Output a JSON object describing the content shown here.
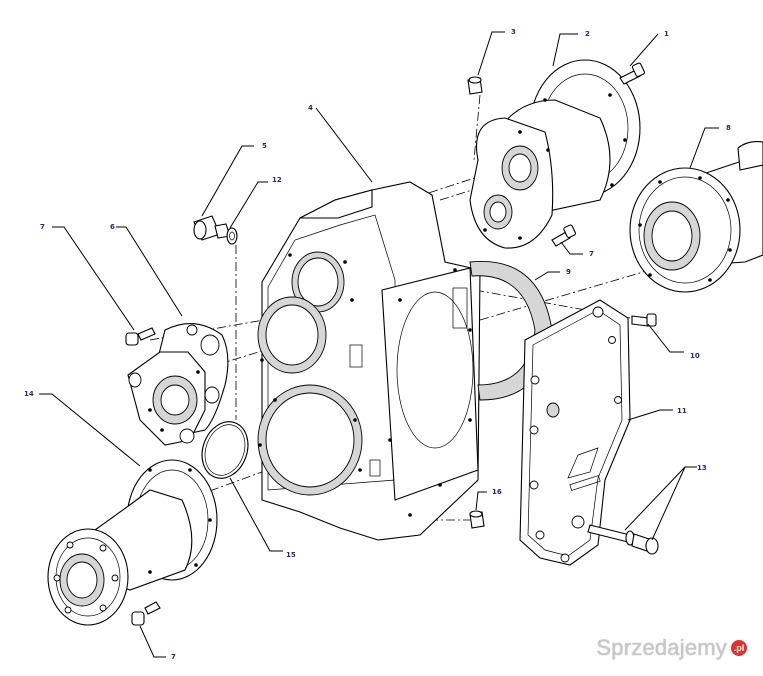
{
  "diagram": {
    "callouts": {
      "c1": "1",
      "c2": "2",
      "c3": "3",
      "c4": "4",
      "c5": "5",
      "c6": "6",
      "c7a": "7",
      "c7b": "7",
      "c7c": "7",
      "c8": "8",
      "c9": "9",
      "c10": "10",
      "c11": "11",
      "c12": "12",
      "c13": "13",
      "c14": "14",
      "c15": "15",
      "c16": "16"
    },
    "callout_color": "#1b2a8a"
  },
  "watermark": {
    "text": "Sprzedajemy",
    "badge": ".pl",
    "badge_color": "#e2312c"
  }
}
